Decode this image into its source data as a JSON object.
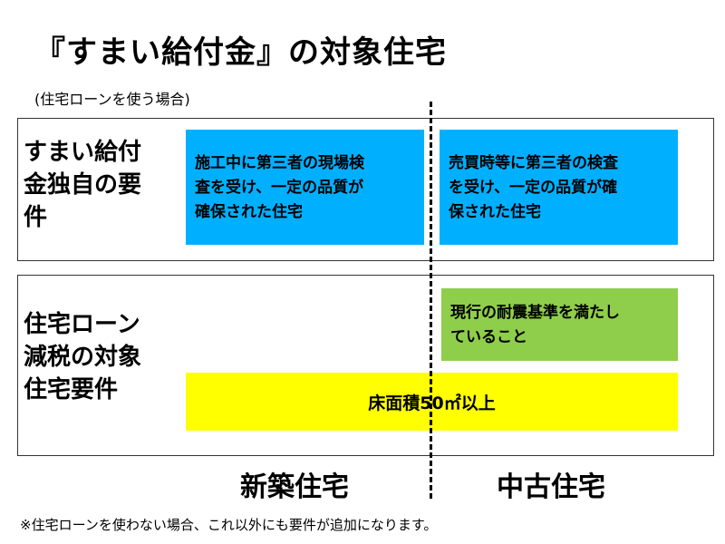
{
  "title": "『すまい給付金』の対象住宅",
  "subtitle": "(住宅ローンを使う場合)",
  "sections": [
    {
      "label_lines": [
        "すまい給付",
        "金独自の要",
        "件"
      ],
      "boxes": [
        {
          "lines": [
            "施工中に第三者の現場検",
            "査を受け、一定の品質が",
            "確保された住宅"
          ],
          "color": "#00b0ff"
        },
        {
          "lines": [
            "売買時等に第三者の検査",
            "を受け、一定の品質が確",
            "保された住宅"
          ],
          "color": "#00b0ff"
        }
      ]
    },
    {
      "label_lines": [
        "住宅ローン",
        "減税の対象",
        "住宅要件"
      ],
      "boxes": [
        {
          "lines": [
            "現行の耐震基準を満たし",
            "ていること"
          ],
          "color": "#8fce4a"
        },
        {
          "lines": [
            "床面積50㎡以上"
          ],
          "color": "#ffff00"
        }
      ]
    }
  ],
  "columns": [
    "新築住宅",
    "中古住宅"
  ],
  "footnote": "※住宅ローンを使わない場合、これ以外にも要件が追加になります。"
}
